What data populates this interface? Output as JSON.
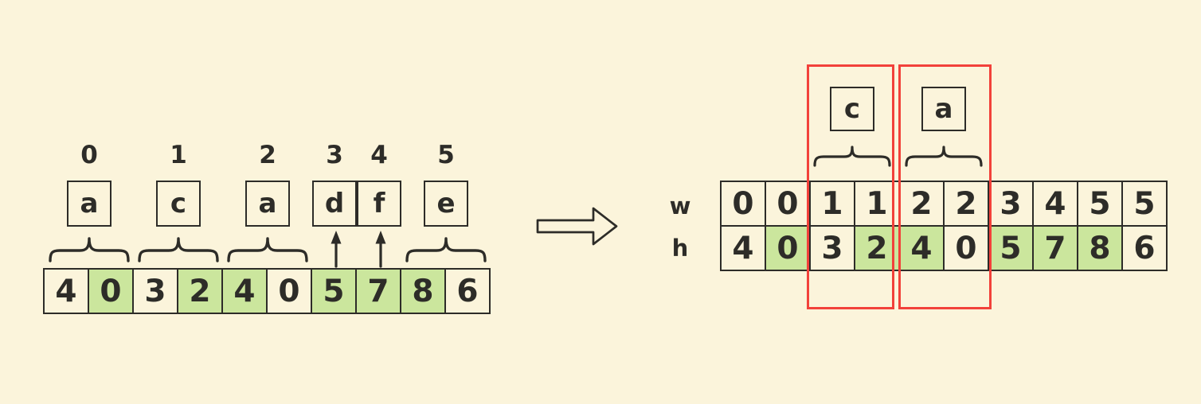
{
  "colors": {
    "background": "#fbf4db",
    "highlight_green": "#cbe69d",
    "line": "#2d2c28",
    "red_outline": "#f2413a"
  },
  "left_diagram": {
    "indices": [
      "0",
      "1",
      "2",
      "3",
      "4",
      "5"
    ],
    "letters": [
      {
        "label": "a"
      },
      {
        "label": "c"
      },
      {
        "label": "a"
      },
      {
        "label": "d"
      },
      {
        "label": "f"
      },
      {
        "label": "e"
      }
    ],
    "array": {
      "cells": [
        {
          "value": "4",
          "hl": ""
        },
        {
          "value": "0",
          "hl": "hl"
        },
        {
          "value": "3",
          "hl": ""
        },
        {
          "value": "2",
          "hl": "hl"
        },
        {
          "value": "4",
          "hl": "hl"
        },
        {
          "value": "0",
          "hl": ""
        },
        {
          "value": "5",
          "hl": "hl"
        },
        {
          "value": "7",
          "hl": "hl"
        },
        {
          "value": "8",
          "hl": "hl"
        },
        {
          "value": "6",
          "hl": ""
        }
      ]
    }
  },
  "right_diagram": {
    "boxed_letters": [
      {
        "label": "c"
      },
      {
        "label": "a"
      }
    ],
    "row_labels": {
      "top": "w",
      "bottom": "h"
    },
    "w_row": {
      "cells": [
        {
          "value": "0",
          "hl": ""
        },
        {
          "value": "0",
          "hl": ""
        },
        {
          "value": "1",
          "hl": ""
        },
        {
          "value": "1",
          "hl": ""
        },
        {
          "value": "2",
          "hl": ""
        },
        {
          "value": "2",
          "hl": ""
        },
        {
          "value": "3",
          "hl": ""
        },
        {
          "value": "4",
          "hl": ""
        },
        {
          "value": "5",
          "hl": ""
        },
        {
          "value": "5",
          "hl": ""
        }
      ]
    },
    "h_row": {
      "cells": [
        {
          "value": "4",
          "hl": ""
        },
        {
          "value": "0",
          "hl": "hl"
        },
        {
          "value": "3",
          "hl": ""
        },
        {
          "value": "2",
          "hl": "hl"
        },
        {
          "value": "4",
          "hl": "hl"
        },
        {
          "value": "0",
          "hl": ""
        },
        {
          "value": "5",
          "hl": "hl"
        },
        {
          "value": "7",
          "hl": "hl"
        },
        {
          "value": "8",
          "hl": "hl"
        },
        {
          "value": "6",
          "hl": ""
        }
      ]
    }
  }
}
